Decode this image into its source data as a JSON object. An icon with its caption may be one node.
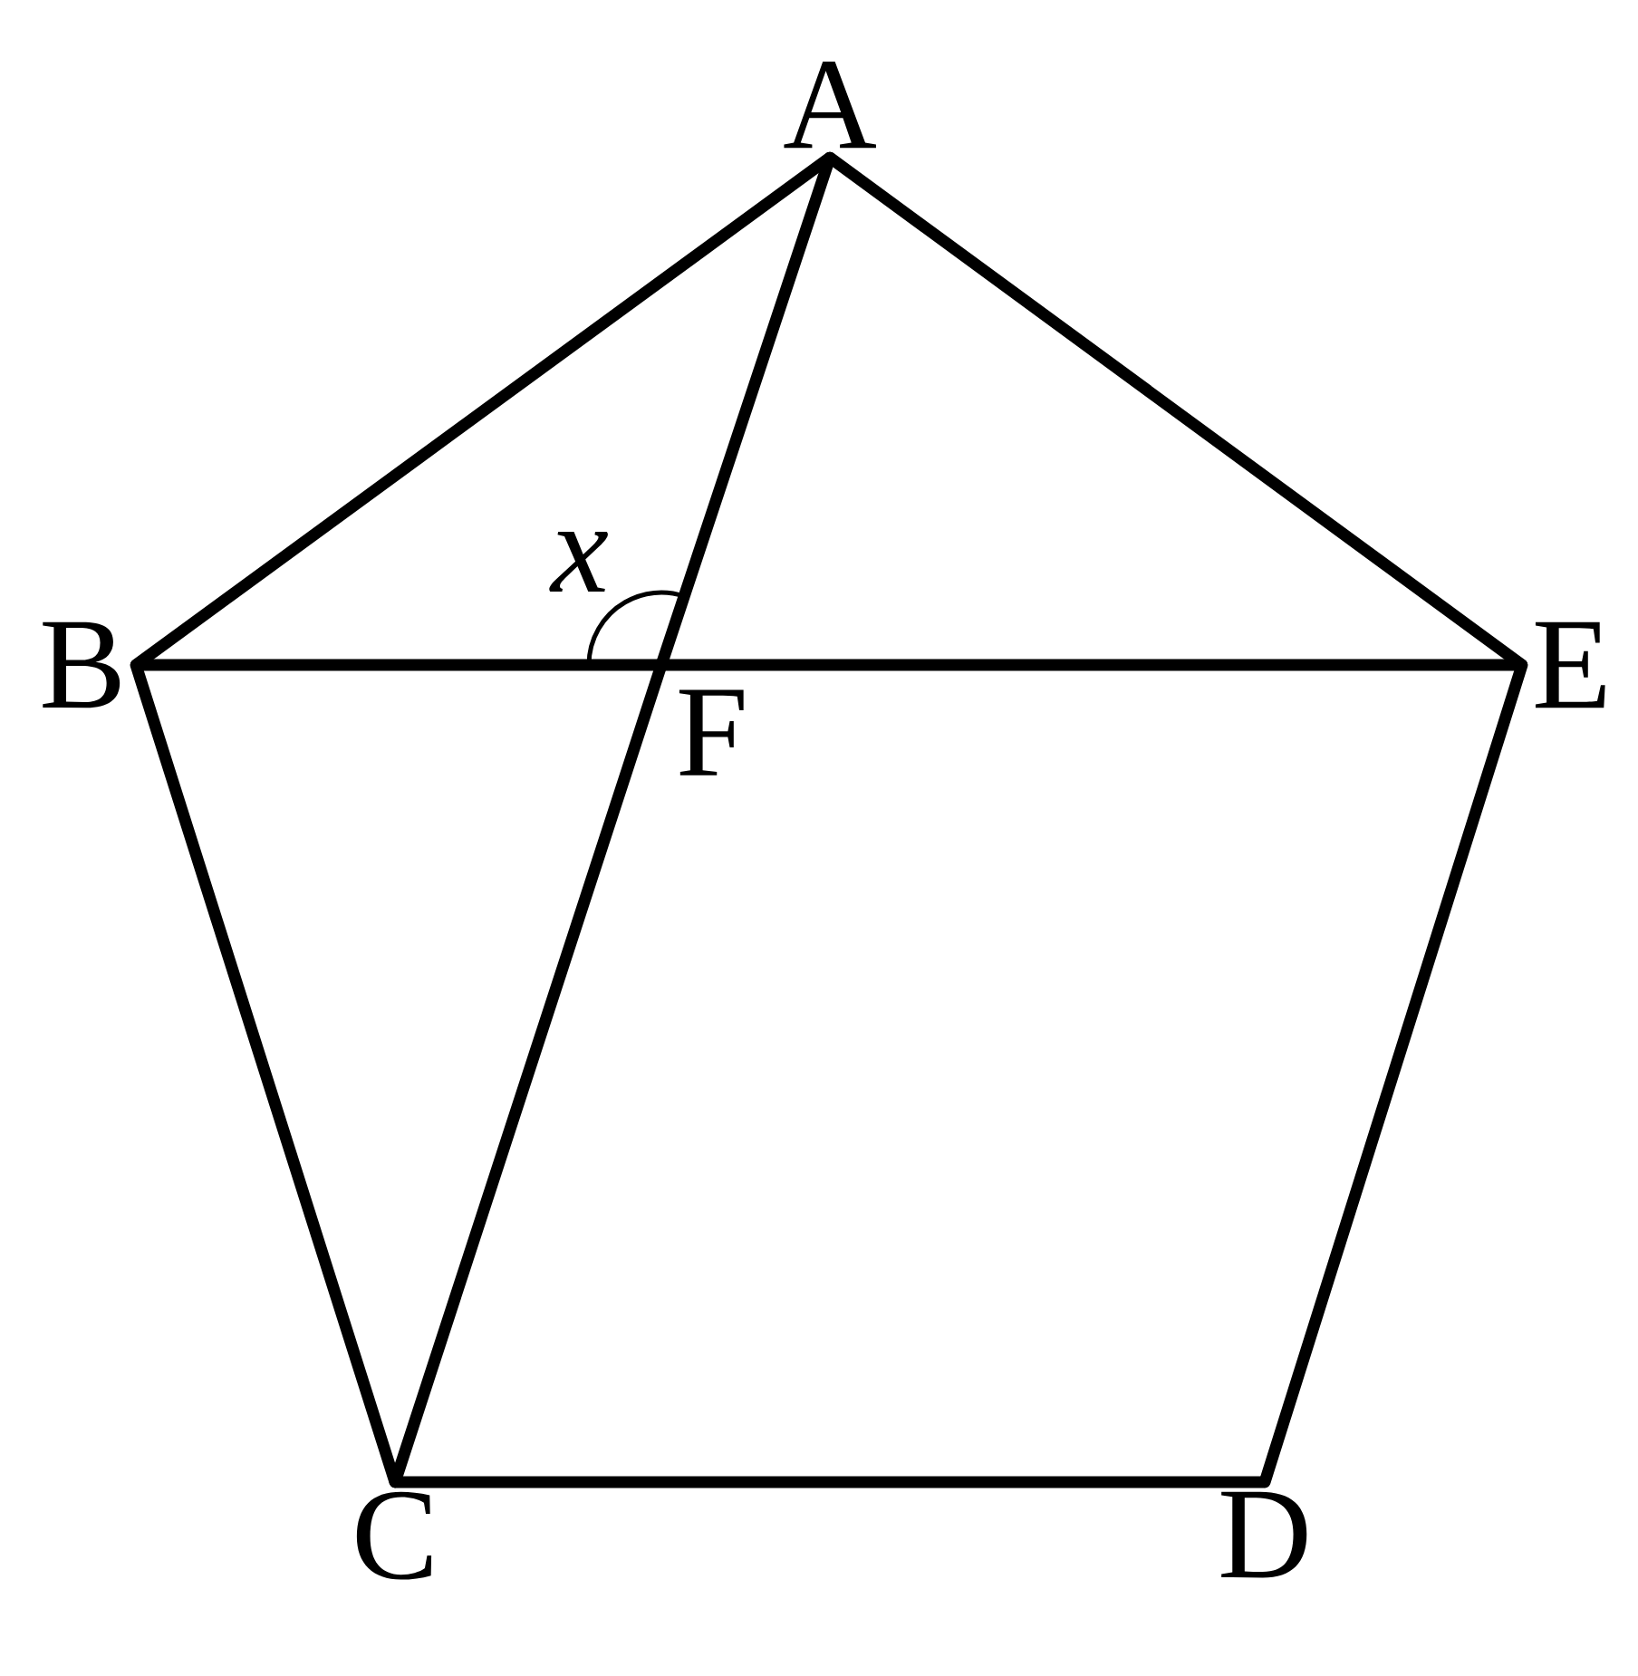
{
  "diagram": {
    "nodes": [
      {
        "text": [
          "A"
        ]
      },
      {
        "text": [
          "B"
        ]
      },
      {
        "text": [
          "C"
        ]
      },
      {
        "text": [
          "D"
        ]
      },
      {
        "text": [
          "E"
        ]
      },
      {
        "text": [
          "F"
        ]
      }
    ],
    "edges": [
      {
        "from": 0,
        "to": 1,
        "arrow": "none"
      },
      {
        "from": 0,
        "to": 4,
        "arrow": "none"
      },
      {
        "from": 1,
        "to": 2,
        "arrow": "none"
      },
      {
        "from": 2,
        "to": 3,
        "arrow": "none"
      },
      {
        "from": 3,
        "to": 4,
        "arrow": "none"
      },
      {
        "from": 1,
        "to": 5,
        "arrow": "none"
      },
      {
        "from": 5,
        "to": 4,
        "arrow": "none"
      },
      {
        "from": 0,
        "to": 5,
        "arrow": "none"
      },
      {
        "from": 5,
        "to": 2,
        "arrow": "none"
      }
    ],
    "labels": [
      "x"
    ]
  }
}
